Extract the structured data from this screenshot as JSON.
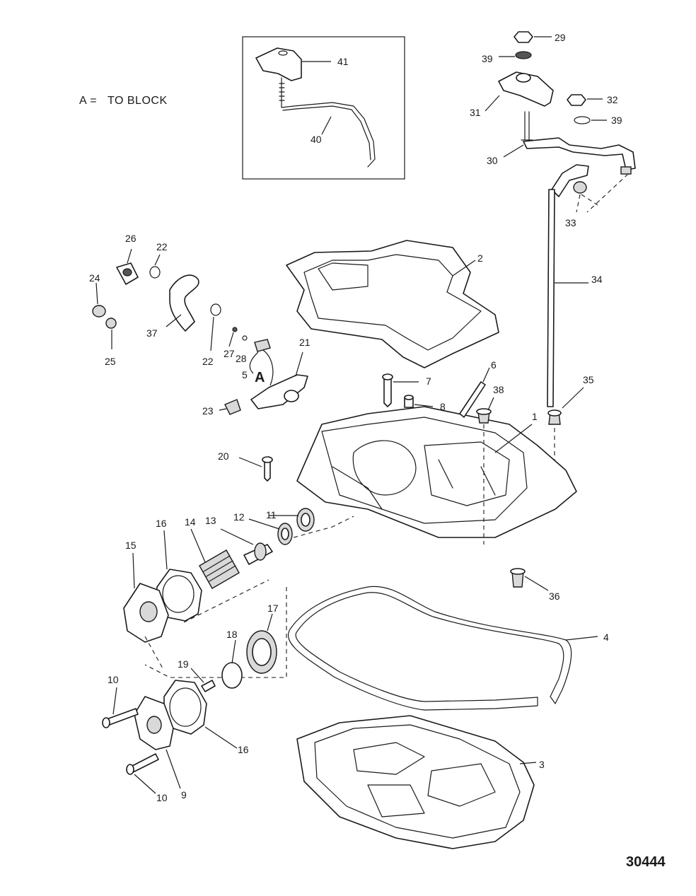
{
  "caption": {
    "key": "A =",
    "text": "TO BLOCK"
  },
  "marker": "A",
  "figure_number": "30444",
  "callouts": {
    "p1": "1",
    "p2": "2",
    "p3": "3",
    "p4": "4",
    "p5": "5",
    "p6": "6",
    "p7": "7",
    "p8": "8",
    "p9": "9",
    "p10a": "10",
    "p10b": "10",
    "p11": "11",
    "p12": "12",
    "p13": "13",
    "p14": "14",
    "p15": "15",
    "p16a": "16",
    "p16b": "16",
    "p17": "17",
    "p18": "18",
    "p19": "19",
    "p20": "20",
    "p21": "21",
    "p22a": "22",
    "p22b": "22",
    "p23": "23",
    "p24": "24",
    "p25": "25",
    "p26": "26",
    "p27": "27",
    "p28": "28",
    "p29": "29",
    "p30": "30",
    "p31": "31",
    "p32": "32",
    "p33": "33",
    "p34": "34",
    "p35": "35",
    "p36": "36",
    "p37": "37",
    "p38": "38",
    "p39a": "39",
    "p39b": "39",
    "p40": "40",
    "p41": "41"
  }
}
